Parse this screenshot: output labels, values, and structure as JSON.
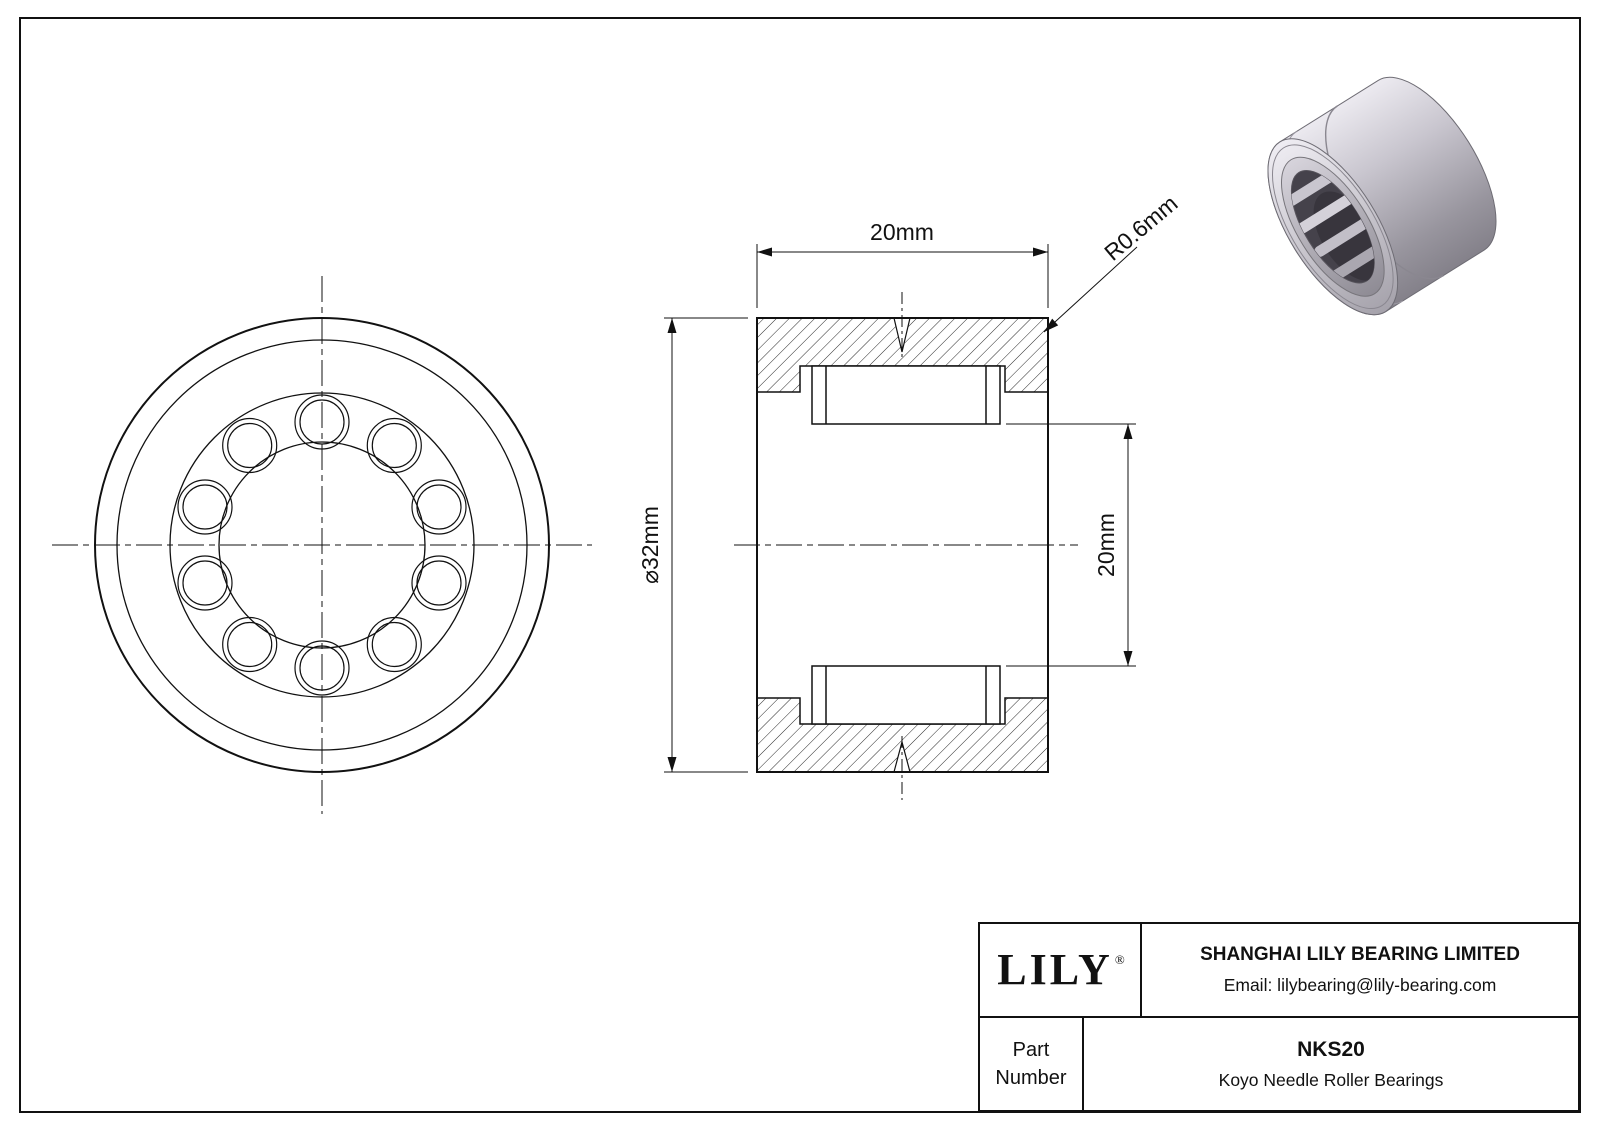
{
  "drawing": {
    "dim_width": "20mm",
    "dim_outer_diameter": "⌀32mm",
    "dim_bore": "20mm",
    "dim_radius": "R0.6mm"
  },
  "title_block": {
    "brand": "LILY",
    "registered": "®",
    "company": "SHANGHAI LILY BEARING LIMITED",
    "email": "Email: lilybearing@lily-bearing.com",
    "part_label_line1": "Part",
    "part_label_line2": "Number",
    "part_number": "NKS20",
    "part_description": "Koyo Needle Roller Bearings"
  },
  "colors": {
    "line": "#111111",
    "metal_light": "#e8e6ec",
    "metal_dark": "#84818a"
  }
}
